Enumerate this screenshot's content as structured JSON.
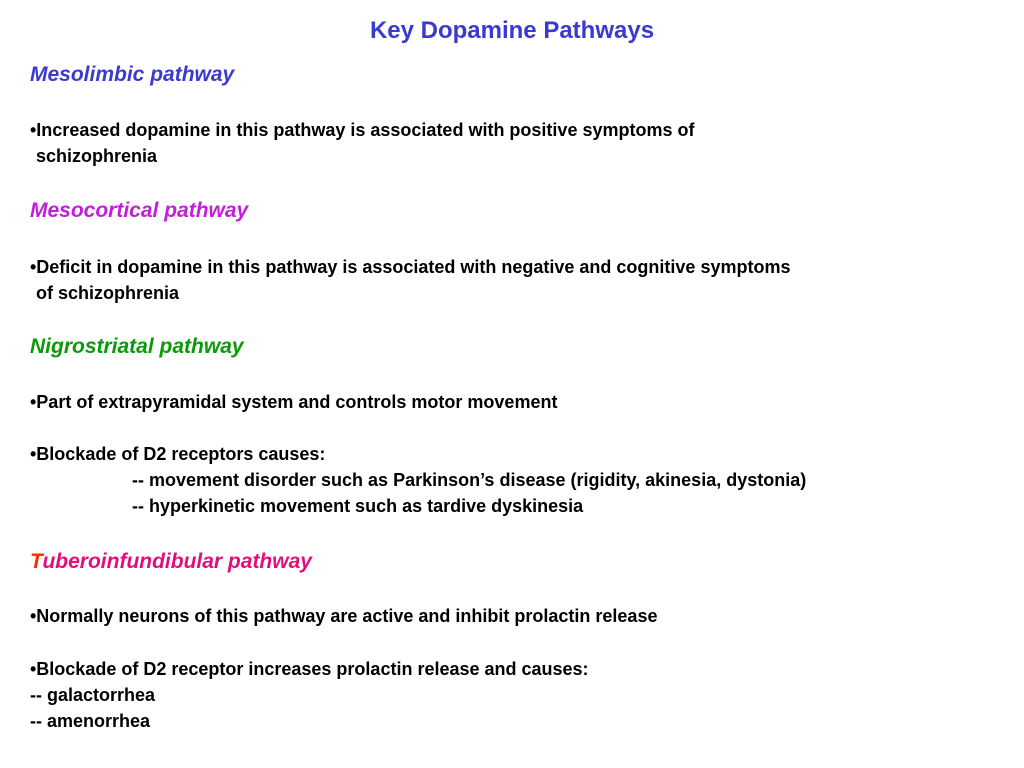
{
  "title": "Key Dopamine Pathways",
  "colors": {
    "title": "#3a3acf",
    "mesolimbic": "#3a3acf",
    "mesocortical": "#c020d8",
    "nigrostriatal": "#0a9a0a",
    "tuberoinfundibular_T": "#ff2a00",
    "tuberoinfundibular": "#e0107a"
  },
  "sections": {
    "mesolimbic": {
      "heading": "Mesolimbic pathway",
      "bullet_line1": "•Increased dopamine in this pathway is associated with positive symptoms of",
      "bullet_line2": "schizophrenia"
    },
    "mesocortical": {
      "heading": "Mesocortical pathway",
      "bullet_line1": "•Deficit in dopamine in this pathway is associated with negative and cognitive symptoms",
      "bullet_line2": "of schizophrenia"
    },
    "nigrostriatal": {
      "heading": "Nigrostriatal pathway",
      "bullet1": "•Part of extrapyramidal system and controls motor movement",
      "bullet2": "•Blockade of D2 receptors causes:",
      "sub1": "-- movement disorder such as Parkinson’s disease (rigidity, akinesia, dystonia)",
      "sub2": "-- hyperkinetic movement such as tardive dyskinesia"
    },
    "tuberoinfundibular": {
      "heading_first": "T",
      "heading_rest": "uberoinfundibular pathway",
      "bullet1": "•Normally neurons of this pathway are active and inhibit prolactin release",
      "bullet2": "•Blockade of D2 receptor increases prolactin release and causes:",
      "dash1": "-- galactorrhea",
      "dash2": "-- amenorrhea"
    }
  }
}
